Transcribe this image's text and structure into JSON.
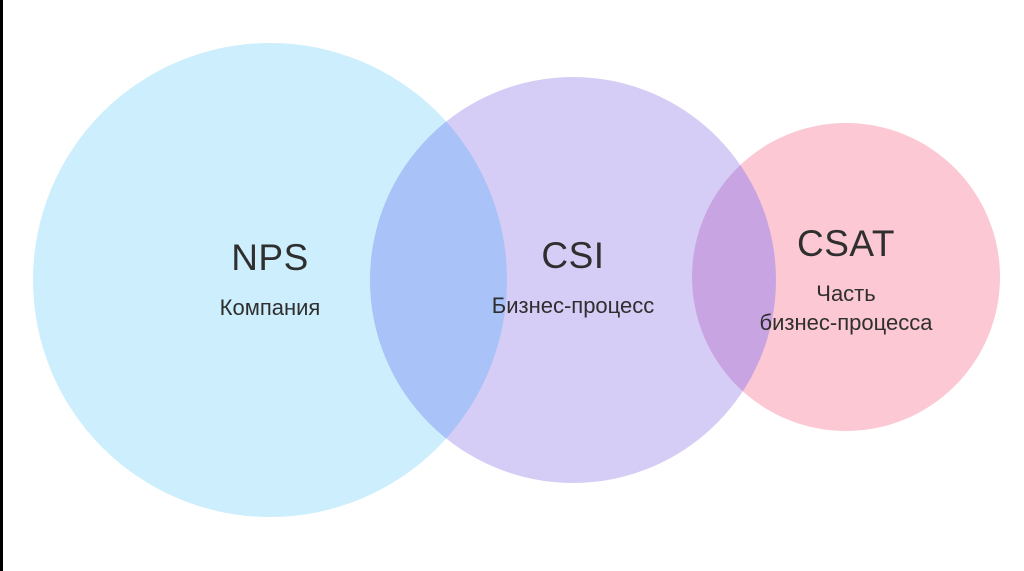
{
  "venn": {
    "circles": [
      {
        "label": "NPS",
        "sublines": [
          "Компания"
        ],
        "color": "#cdeefc"
      },
      {
        "label": "CSI",
        "sublines": [
          "Бизнес-процесс"
        ],
        "color": "#d5cdf6"
      },
      {
        "label": "CSAT",
        "sublines": [
          "Часть",
          "бизнес-процесса"
        ],
        "color": "#fbc8d4"
      }
    ],
    "overlaps": [
      {
        "between": "NPS-CSI",
        "color": "#a9c2f8"
      },
      {
        "between": "CSI-CSAT",
        "color": "#c8a5e2"
      }
    ],
    "text_color": "#2f2f2f",
    "background_color": "#ffffff",
    "left_edge_bar_color": "#000000"
  }
}
